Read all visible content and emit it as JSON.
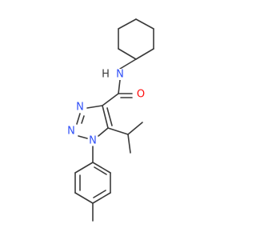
{
  "molecule": {
    "atoms": {
      "amide_n": "N",
      "amide_h": "H",
      "carbonyl_o": "O",
      "triazole_n3": "N",
      "triazole_n2": "N",
      "triazole_n1": "N"
    },
    "colors": {
      "bond": "#3a3a3a",
      "nitrogen": "#3050f8",
      "oxygen": "#ff0d0d",
      "hydrogen": "#3a3a3a"
    }
  }
}
